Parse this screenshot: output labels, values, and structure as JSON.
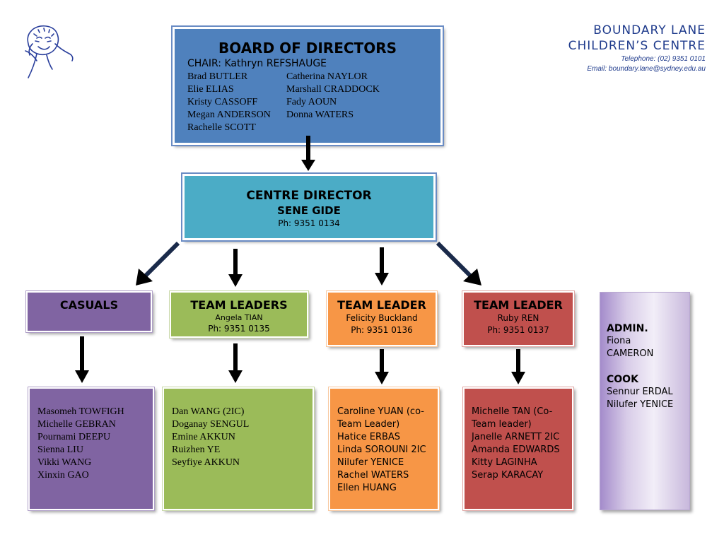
{
  "header": {
    "org_line1": "BOUNDARY LANE",
    "org_line2": "CHILDREN’S CENTRE",
    "telephone": "Telephone: (02) 9351 0101",
    "email": "Email: boundary.lane@sydney.edu.au",
    "logo_icon": "child-drawing-logo-icon"
  },
  "board": {
    "title": "BOARD OF DIRECTORS",
    "chair": "CHAIR: Kathryn REFSHAUGE",
    "members_left": [
      "Brad BUTLER",
      "Elie ELIAS",
      "Kristy CASSOFF",
      "Megan ANDERSON",
      "Rachelle SCOTT"
    ],
    "members_right": [
      "Catherina NAYLOR",
      "Marshall CRADDOCK",
      "Fady AOUN",
      "Donna WATERS"
    ]
  },
  "director": {
    "title": "CENTRE DIRECTOR",
    "name": "SENE GIDE",
    "phone": "Ph: 9351 0134"
  },
  "casuals": {
    "title": "CASUALS",
    "members": [
      "Masomeh TOWFIGH",
      "Michelle GEBRAN",
      "Pournami DEEPU",
      "Sienna LIU",
      "Vikki WANG",
      "Xinxin GAO"
    ]
  },
  "team_green": {
    "title": "TEAM LEADERS",
    "leader": "Angela TIAN",
    "phone": "Ph: 9351 0135",
    "members": [
      "Dan WANG (2IC)",
      "Doganay SENGUL",
      "Emine AKKUN",
      "Ruizhen YE",
      "Seyfiye AKKUN"
    ]
  },
  "team_orange": {
    "title": "TEAM LEADER",
    "leader": "Felicity Buckland",
    "phone": "Ph: 9351 0136",
    "members": [
      "Caroline YUAN (co-",
      "Team Leader)",
      "Hatice ERBAS",
      "Linda SOROUNI 2IC",
      "Nilufer YENICE",
      "Rachel WATERS",
      "Ellen HUANG"
    ]
  },
  "team_red": {
    "title": "TEAM LEADER",
    "leader": "Ruby REN",
    "phone": "Ph: 9351 0137",
    "members": [
      "Michelle TAN (Co-",
      "Team leader)",
      "Janelle ARNETT 2IC",
      "Amanda EDWARDS",
      "Kitty LAGINHA",
      "Serap KARACAY"
    ]
  },
  "admin": {
    "admin_title": "ADMIN.",
    "admin_names": [
      "Fiona",
      "CAMERON"
    ],
    "cook_title": "COOK",
    "cook_names": [
      "Sennur ERDAL",
      "Nilufer YENICE"
    ]
  },
  "colors": {
    "board": "#4f81bd",
    "director": "#4bacc6",
    "casuals": "#8064a2",
    "green": "#9bbb59",
    "orange": "#f79646",
    "red": "#c0504d",
    "admin": "#c9bbdc",
    "header_text": "#1f3b8c"
  }
}
